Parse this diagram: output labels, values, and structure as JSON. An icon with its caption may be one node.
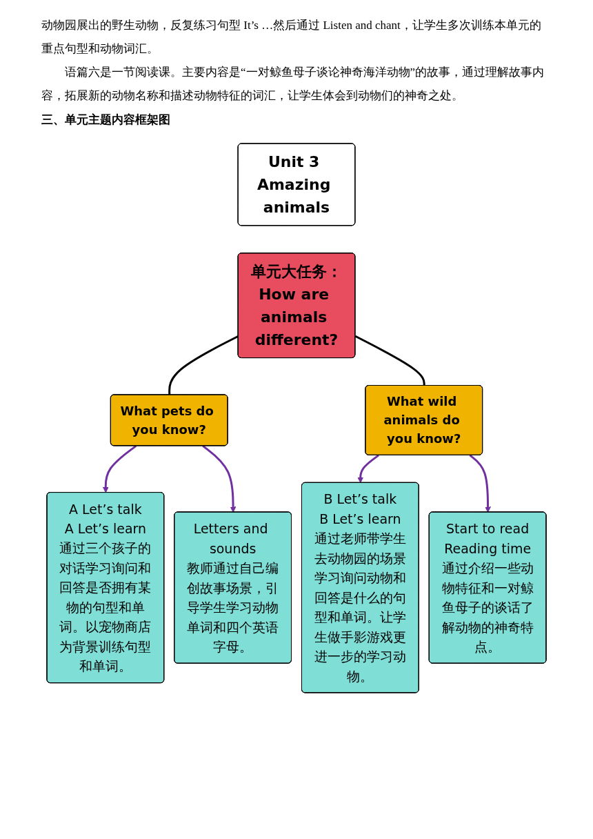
{
  "diagram": {
    "nodes": [
      {
        "text": [
          "Unit 3 Amazing animals"
        ]
      },
      {
        "text": [
          "单元大任务：How are animals different?"
        ]
      },
      {
        "text": [
          "What pets do you know?"
        ]
      },
      {
        "text": [
          "What wild animals do you know?"
        ]
      },
      {
        "text": [
          "A Let’s talk",
          "A Let’s learn",
          "通过三个孩子的对话学习询问和回答是否拥有某物的句型和单词。以宠物商店为背景训练句型和单词。"
        ]
      },
      {
        "text": [
          "Letters and sounds",
          "教师通过自己编创故事场景，引导学生学习动物单词和四个英语字母。"
        ]
      },
      {
        "text": [
          "B Let’s talk",
          "B Let’s learn",
          "通过老师带学生去动物园的场景学习询问动物和回答是什么的句型和单词。让学生做手影游戏更进一步的学习动物。"
        ]
      },
      {
        "text": [
          "Start to read",
          "Reading time",
          "通过介绍一些动物特征和一对鲸鱼母子的谈话了解动物的神奇特点。"
        ]
      }
    ],
    "edges": [
      {
        "from": 1,
        "to": 2,
        "arrow": "none",
        "color": "#000000"
      },
      {
        "from": 1,
        "to": 3,
        "arrow": "none",
        "color": "#000000"
      },
      {
        "from": 2,
        "to": 4,
        "arrow": "to"
      },
      {
        "from": 2,
        "to": 5,
        "arrow": "to"
      },
      {
        "from": 3,
        "to": 6,
        "arrow": "to"
      },
      {
        "from": 3,
        "to": 7,
        "arrow": "to"
      }
    ],
    "labels": [
      "动物园展出的野生动物，反复练习句型 It’s …然后通过 Listen and chant，让学生多次训练本单元的重点句型和动物词汇。",
      "语篇六是一节阅读课。主要内容是“一对鲸鱼母子谈论神奇海洋动物”的故事，通过理解故事内容，拓展新的动物名称和描述动物特征的词汇，让学生体会到动物们的神奇之处。",
      "三、单元主题内容框架图"
    ]
  }
}
